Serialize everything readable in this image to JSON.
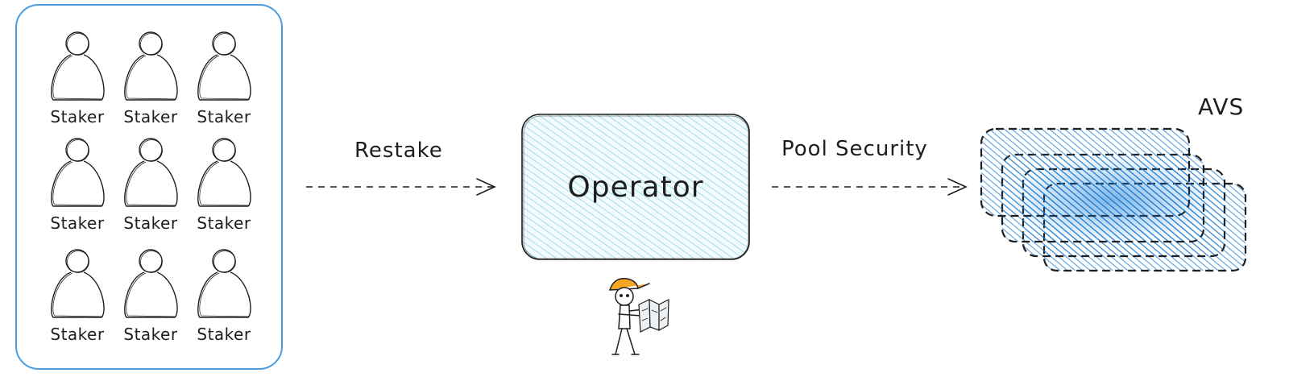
{
  "stakers": {
    "items": [
      {
        "label": "Staker"
      },
      {
        "label": "Staker"
      },
      {
        "label": "Staker"
      },
      {
        "label": "Staker"
      },
      {
        "label": "Staker"
      },
      {
        "label": "Staker"
      },
      {
        "label": "Staker"
      },
      {
        "label": "Staker"
      },
      {
        "label": "Staker"
      }
    ]
  },
  "flow": {
    "restake_label": "Restake",
    "pool_security_label": "Pool Security"
  },
  "operator": {
    "label": "Operator",
    "fill_color": "#a5e3ec",
    "figure_icon": "construction-worker-with-map-icon",
    "hat_color": "#f5a623"
  },
  "avs": {
    "label": "AVS",
    "fill_color": "#1c7ed6"
  },
  "colors": {
    "stroke": "#1e1e1e",
    "container_border": "#4a9be0"
  }
}
